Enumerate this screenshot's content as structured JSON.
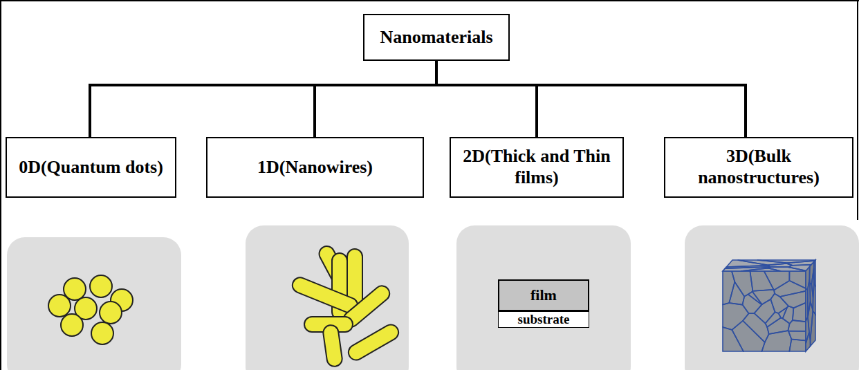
{
  "diagram": {
    "nodes": [
      {
        "text": [
          "Nanomaterials"
        ]
      },
      {
        "text": [
          "0D(Quantum dots)"
        ]
      },
      {
        "text": [
          "1D(Nanowires)"
        ]
      },
      {
        "text": [
          "2D(Thick and Thin films)"
        ]
      },
      {
        "text": [
          "3D(Bulk nanostructures)"
        ]
      },
      {
        "text": [
          "film"
        ]
      },
      {
        "text": [
          "substrate"
        ]
      }
    ],
    "edges": [
      {
        "from": 0,
        "to": 1,
        "arrow": "none"
      },
      {
        "from": 0,
        "to": 2,
        "arrow": "none"
      },
      {
        "from": 0,
        "to": 3,
        "arrow": "none"
      },
      {
        "from": 0,
        "to": 4,
        "arrow": "none"
      }
    ]
  }
}
